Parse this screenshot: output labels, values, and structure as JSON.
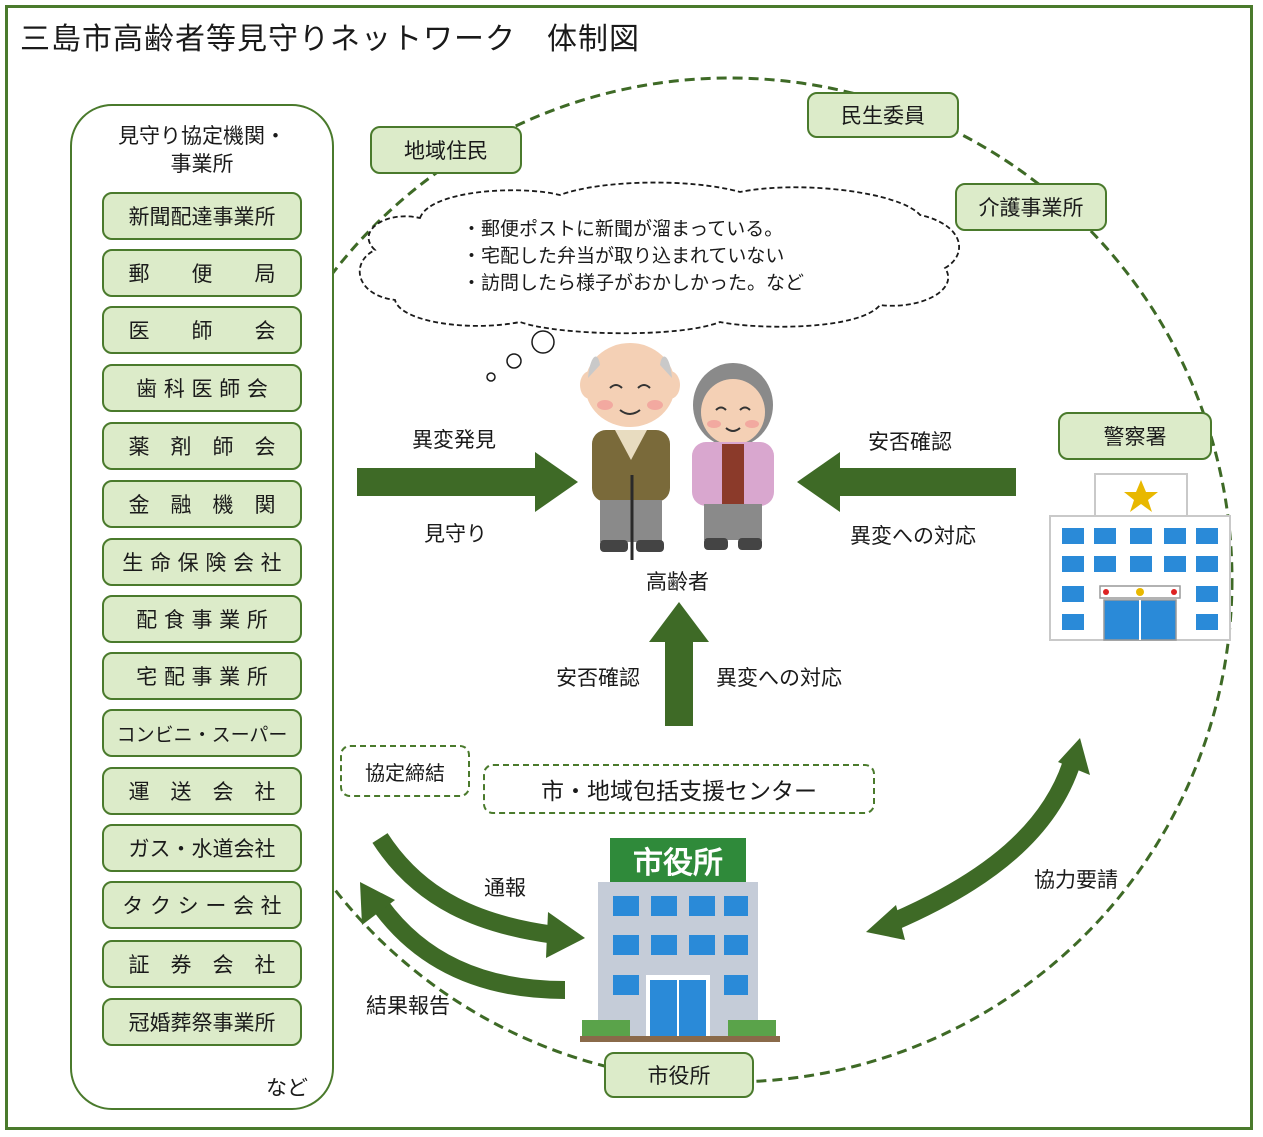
{
  "title": "三島市高齢者等見守りネットワーク　体制図",
  "left_panel": {
    "title_line1": "見守り協定機関・",
    "title_line2": "事業所",
    "items": [
      "新聞配達事業所",
      "郵　　便　　局",
      "医　　師　　会",
      "歯 科 医 師 会",
      "薬　剤　師　会",
      "金　融　機　関",
      "生 命 保 険 会 社",
      "配 食 事 業 所",
      "宅 配 事 業 所",
      "コンビニ・スーパー",
      "運　送　会　社",
      "ガス・水道会社",
      "タ ク シ ー 会 社",
      "証　券　会　社",
      "冠婚葬祭事業所"
    ],
    "footer": "など"
  },
  "circle_labels": {
    "residents": "地域住民",
    "welfare_commissioner": "民生委員",
    "care_office": "介護事業所",
    "police": "警察署",
    "city_hall": "市役所"
  },
  "thought_bubble": {
    "lines": [
      "・郵便ポストに新聞が溜まっている。",
      "・宅配した弁当が取り込まれていない",
      "・訪問したら様子がおかしかった。など"
    ]
  },
  "center": {
    "label": "高齢者"
  },
  "arrows": {
    "left_top": "異変発見",
    "left_bottom": "見守り",
    "right_top": "安否確認",
    "right_bottom": "異変への対応",
    "bottom_left": "安否確認",
    "bottom_right": "異変への対応",
    "report": "通報",
    "result": "結果報告",
    "cooperation": "協力要請"
  },
  "agreement": "協定締結",
  "center_box": "市・地域包括支援センター",
  "city_hall_sign": "市役所",
  "colors": {
    "green_dark": "#3e6a26",
    "green_fill": "#dcebc9",
    "border": "#4a7a2c"
  }
}
